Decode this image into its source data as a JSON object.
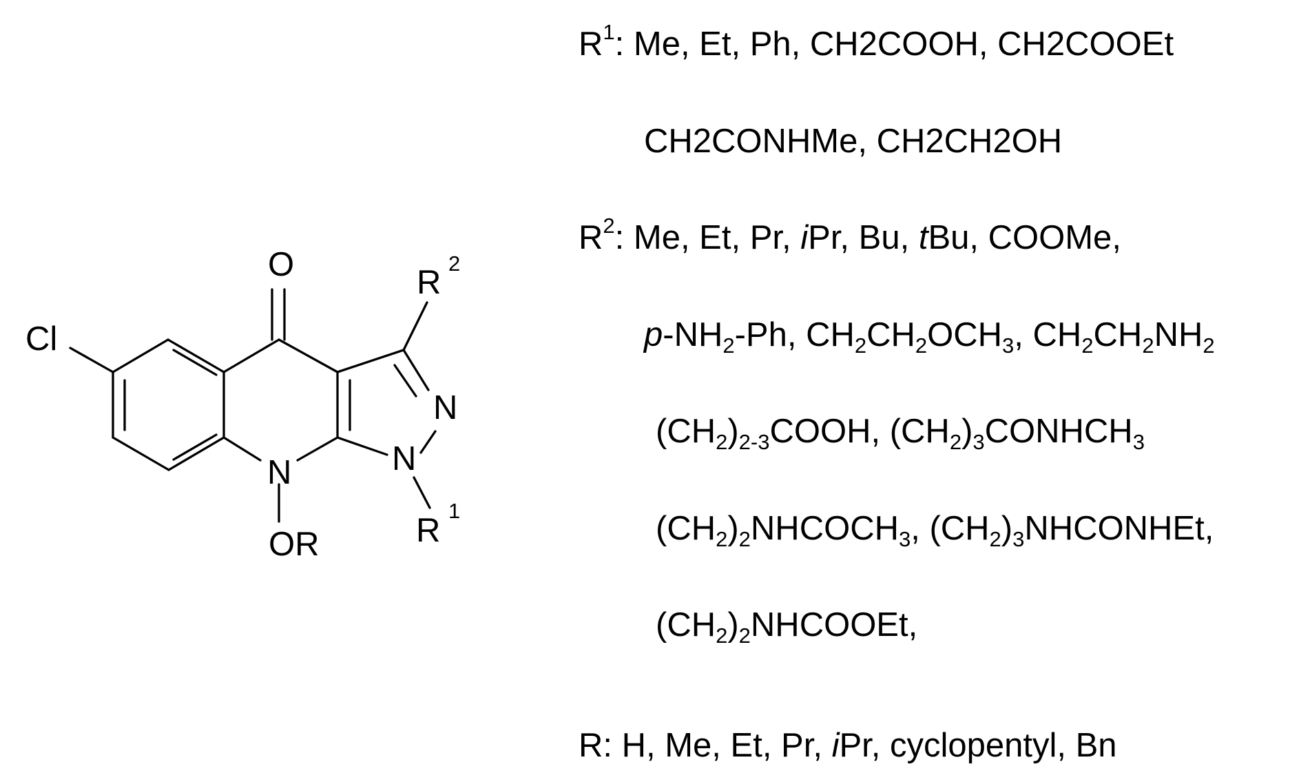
{
  "structure": {
    "atoms": {
      "cl": "Cl",
      "o_carbonyl": "O",
      "n_ring_a": "N",
      "n_ring_b": "N",
      "n_quinolone": "N",
      "or_group": "OR",
      "r1": "R",
      "r1_index": "1",
      "r2": "R",
      "r2_index": "2"
    }
  },
  "substituents": {
    "r1_line1": {
      "label": "R",
      "index": "1",
      "colon": ":",
      "values": "Me, Et, Ph, CH2COOH, CH2COOEt"
    },
    "r1_line2": "CH2CONHMe, CH2CH2OH",
    "r2_line1": {
      "label": "R",
      "index": "2",
      "colon": ":",
      "a": "Me, Et, Pr,",
      "ipr_i": "i",
      "ipr_rest": "Pr, Bu,",
      "tbu_t": "t",
      "tbu_rest": "Bu, COOMe,"
    },
    "r2_line2": {
      "p": "p",
      "nh2_head": "-NH",
      "nh2_sub": "2",
      "ph_part": "-Ph, CH",
      "s1": "2",
      "ch": "CH",
      "s2": "2",
      "och": "OCH",
      "s3": "3",
      "ch_b": ", CH",
      "s4": "2",
      "ch_c": "CH",
      "s5": "2",
      "nh": "NH",
      "s6": "2"
    },
    "r2_line3": {
      "open1": "(CH",
      "s1": "2",
      "close1": ")",
      "range": "2-3",
      "cooh": "COOH, (CH",
      "s2": "2",
      "close2": ")",
      "s3": "3",
      "conhch": "CONHCH",
      "s4": "3"
    },
    "r2_line4": {
      "open1": "(CH",
      "s1": "2",
      "close1": ")",
      "s2": "2",
      "nhcoch": "NHCOCH",
      "s3": "3",
      "mid": ", (CH",
      "s4": "2",
      "close2": ")",
      "s5": "3",
      "tail": "NHCONHEt,"
    },
    "r2_line5": {
      "open1": "(CH",
      "s1": "2",
      "close1": ")",
      "s2": "2",
      "tail": "NHCOOEt,"
    },
    "r_line": {
      "head": "R: H, Me, Et, Pr,",
      "i": "i",
      "tail": "Pr, cyclopentyl, Bn"
    }
  }
}
